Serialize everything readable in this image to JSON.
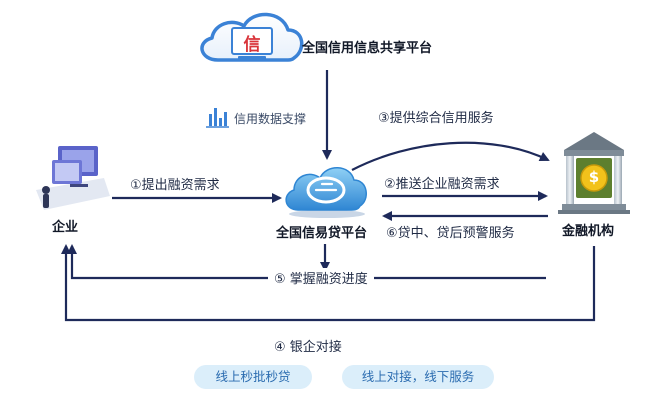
{
  "nodes": {
    "platform_top": {
      "label": "全国信用信息共享平台",
      "icon_text": "信"
    },
    "enterprise": {
      "label": "企业"
    },
    "credit_platform": {
      "label": "全国信易贷平台"
    },
    "finance": {
      "label": "金融机构",
      "icon_text": "$"
    }
  },
  "edges": {
    "support": "信用数据支撑",
    "e1": "①提出融资需求",
    "e2": "②推送企业融资需求",
    "e3": "③提供综合信用服务",
    "e4": "④ 银企对接",
    "e5": "⑤ 掌握融资进度",
    "e6": "⑥贷中、贷后预警服务"
  },
  "pills": [
    "线上秒批秒贷",
    "线上对接，线下服务"
  ],
  "colors": {
    "arrow": "#1e2a5a",
    "cloud_blue": "#3b82d6",
    "pill_bg": "#dbeefa",
    "pill_text": "#2b6cb0",
    "icon_red": "#d9343a"
  }
}
